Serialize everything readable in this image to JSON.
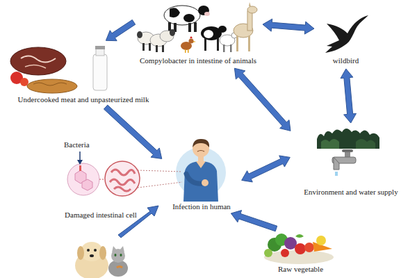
{
  "diagram": {
    "nodes": [
      {
        "text": [
          "Compylobacter in intestine of animals"
        ]
      },
      {
        "text": [
          "wildbird"
        ]
      },
      {
        "text": [
          "Undercooked meat and unpasteurized milk"
        ]
      },
      {
        "text": [
          "Environment and water supply"
        ]
      },
      {
        "text": [
          "Infection in human"
        ]
      },
      {
        "text": [
          "Damaged intestinal cell"
        ]
      },
      {
        "text": [
          "Raw vegetable"
        ]
      }
    ],
    "edges": [
      {
        "from": 0,
        "to": 2,
        "arrow": "to"
      },
      {
        "from": 0,
        "to": 1,
        "arrow": "both"
      },
      {
        "from": 1,
        "to": 3,
        "arrow": "both"
      },
      {
        "from": 0,
        "to": 3,
        "arrow": "both"
      },
      {
        "from": 2,
        "to": 4,
        "arrow": "to"
      },
      {
        "from": 3,
        "to": 4,
        "arrow": "both"
      },
      {
        "from": 6,
        "to": 4,
        "arrow": "to"
      }
    ],
    "labels": [
      "Bacteria"
    ]
  }
}
